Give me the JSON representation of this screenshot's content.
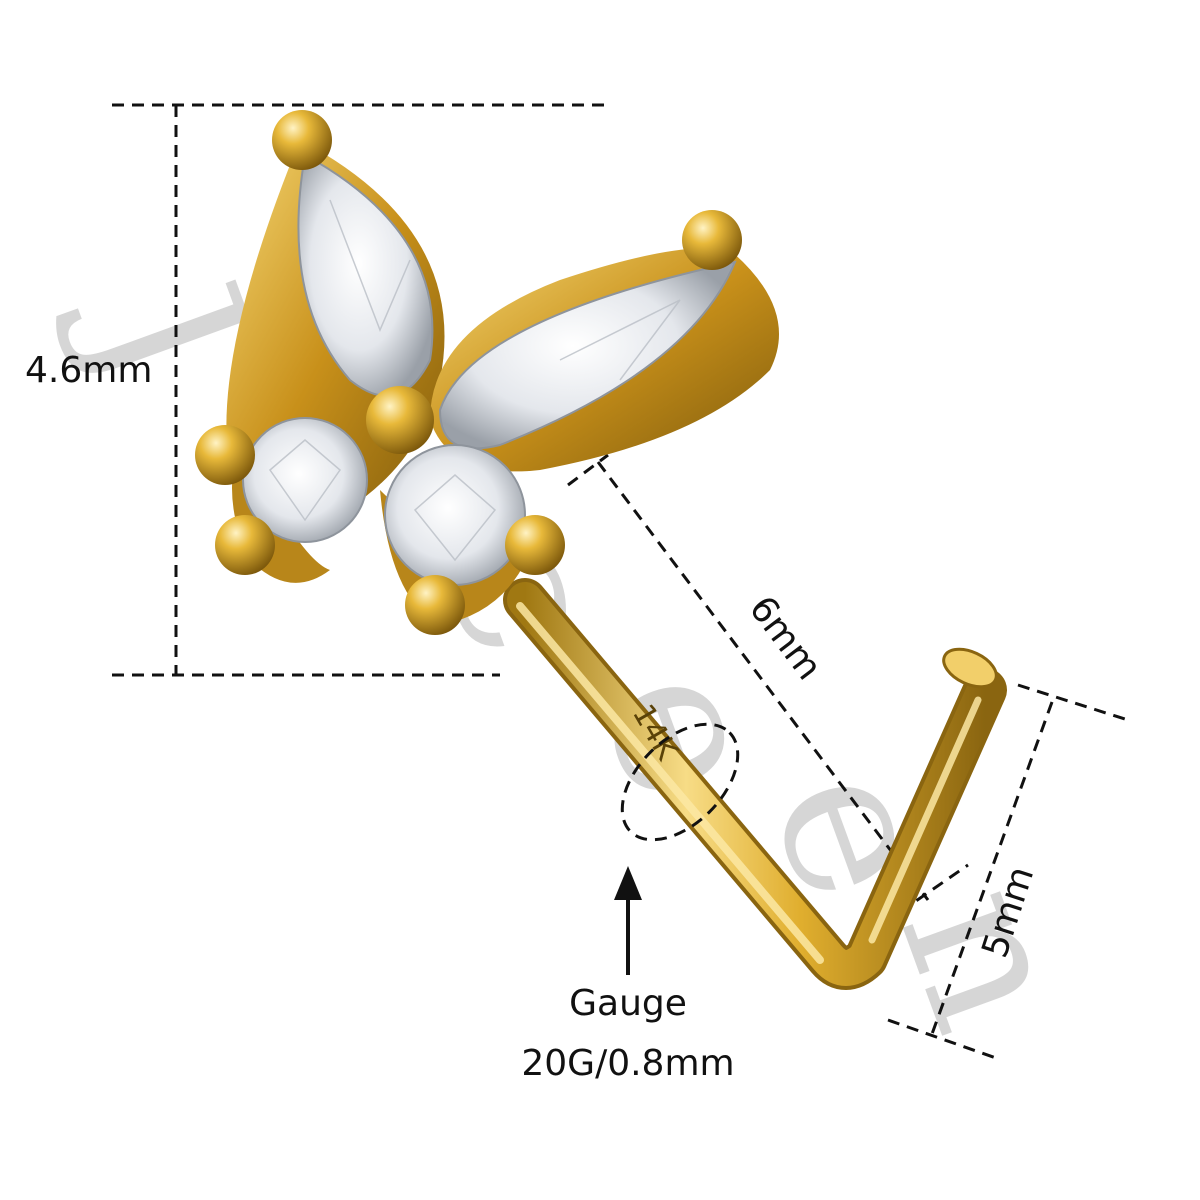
{
  "dimensions": {
    "height_label": "4.6mm",
    "length_label": "6mm",
    "bend_label": "5mm"
  },
  "gauge": {
    "title": "Gauge",
    "value": "20G/0.8mm"
  },
  "engraving": "14K",
  "watermark": [
    "J",
    "e",
    "c",
    "e",
    "e",
    "n"
  ],
  "colors": {
    "gold_light": "#f6d77a",
    "gold_mid": "#d9a520",
    "gold_dark": "#8a6510",
    "crystal": "#eef0f3",
    "dash": "#111111",
    "watermark": "#c9c9c9"
  }
}
